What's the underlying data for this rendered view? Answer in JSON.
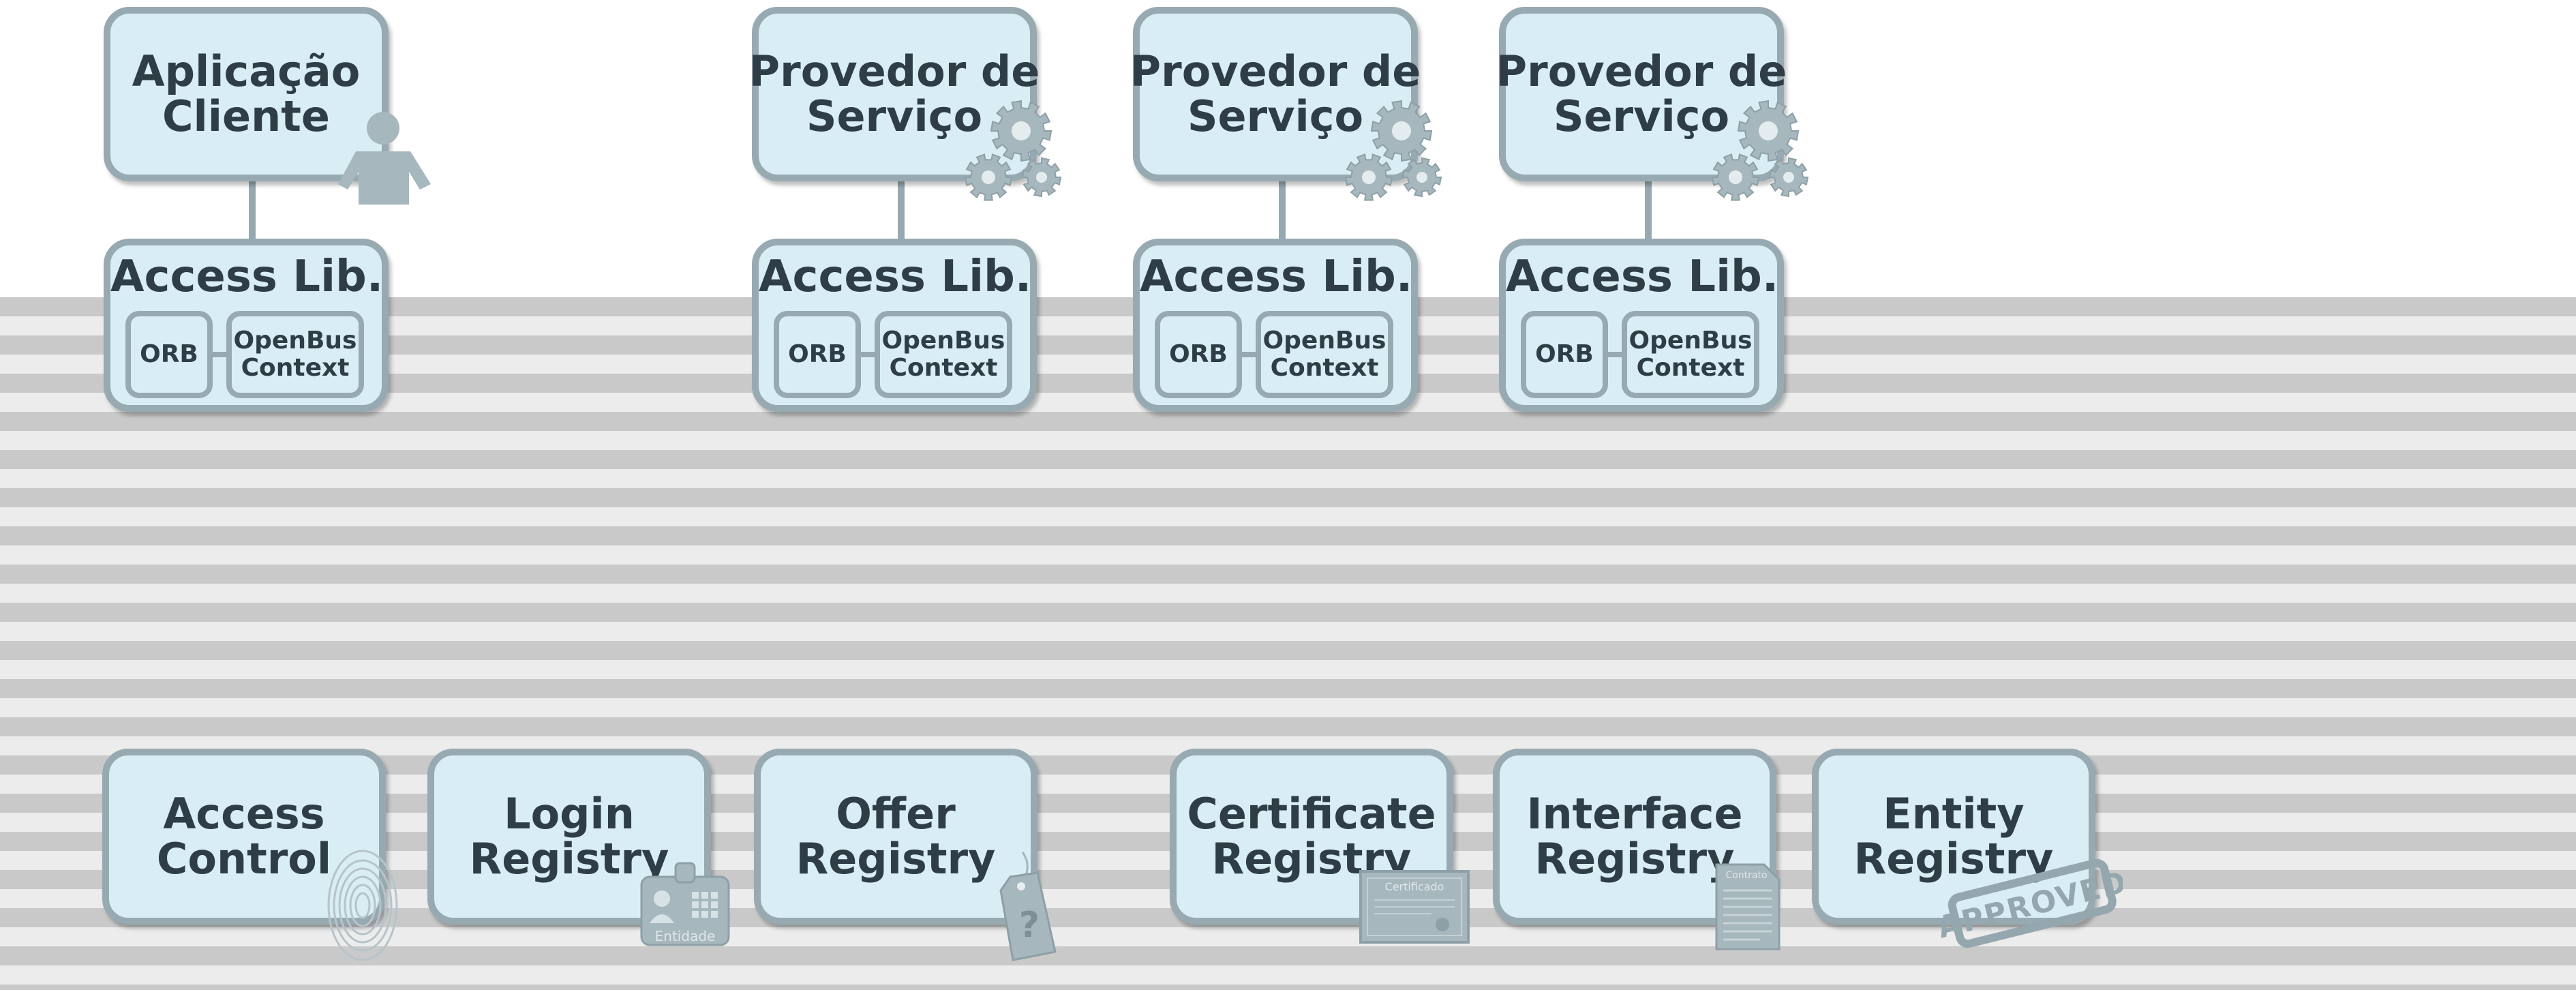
{
  "client": {
    "line1": "Aplicação",
    "line2": "Cliente",
    "icon": "user-icon"
  },
  "providers": [
    {
      "line1": "Provedor de",
      "line2": "Serviço",
      "icon": "gears-icon"
    },
    {
      "line1": "Provedor de",
      "line2": "Serviço",
      "icon": "gears-icon"
    },
    {
      "line1": "Provedor de",
      "line2": "Serviço",
      "icon": "gears-icon"
    }
  ],
  "access_lib": {
    "title": "Access Lib.",
    "orb": "ORB",
    "ctx_line1": "OpenBus",
    "ctx_line2": "Context"
  },
  "services": [
    {
      "line1": "Access",
      "line2": "Control",
      "icon": "fingerprint-icon"
    },
    {
      "line1": "Login",
      "line2": "Registry",
      "icon": "id-card-icon",
      "icon_text": "Entidade"
    },
    {
      "line1": "Offer",
      "line2": "Registry",
      "icon": "tag-icon",
      "icon_text": "?"
    },
    {
      "line1": "Certificate",
      "line2": "Registry",
      "icon": "certificate-icon",
      "icon_text": "Certificado"
    },
    {
      "line1": "Interface",
      "line2": "Registry",
      "icon": "document-icon",
      "icon_text": "Contrato"
    },
    {
      "line1": "Entity",
      "line2": "Registry",
      "icon": "stamp-icon",
      "icon_text": "APPROVED"
    }
  ],
  "colors": {
    "box_fill": "#d8eef4",
    "box_border": "#98aab1",
    "text": "#2f3e46",
    "bus_dark": "#c9c9c9",
    "bus_light": "#ececec"
  }
}
